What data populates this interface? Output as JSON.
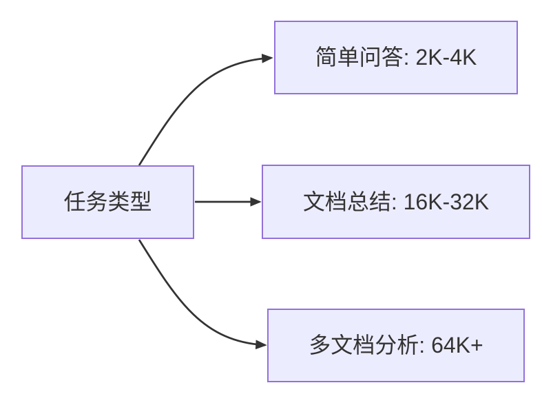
{
  "diagram": {
    "type": "flowchart",
    "direction": "left-to-right",
    "background": "#ffffff",
    "node_fill": "#ECECFF",
    "node_border_color": "#9370DB",
    "edge_color": "#333333",
    "text_color": "#333333",
    "root": {
      "label": "任务类型"
    },
    "branches": [
      {
        "label": "简单问答: 2K-4K"
      },
      {
        "label": "文档总结: 16K-32K"
      },
      {
        "label": "多文档分析: 64K+"
      }
    ],
    "edges": [
      {
        "from": "任务类型",
        "to": "简单问答: 2K-4K",
        "shape": "curved-up",
        "arrow": "filled-triangle"
      },
      {
        "from": "任务类型",
        "to": "文档总结: 16K-32K",
        "shape": "straight",
        "arrow": "filled-triangle"
      },
      {
        "from": "任务类型",
        "to": "多文档分析: 64K+",
        "shape": "curved-down",
        "arrow": "filled-triangle"
      }
    ]
  }
}
